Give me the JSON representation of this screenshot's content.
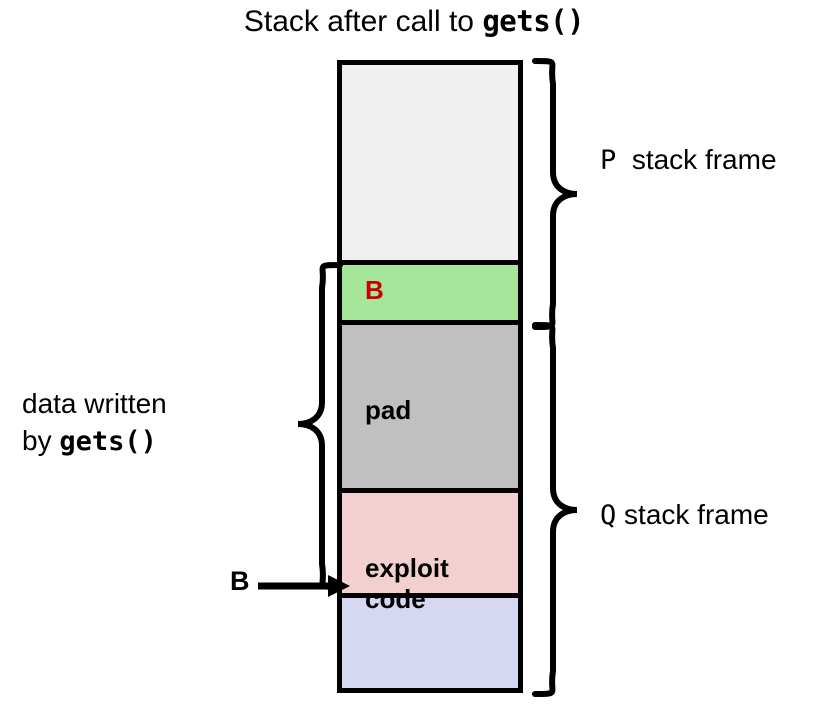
{
  "title": {
    "prefix": "Stack after call to ",
    "code": "gets()"
  },
  "colors": {
    "p_frame_fill": "#f0f0f0",
    "return_addr_fill": "#a5e69a",
    "pad_fill": "#c0c0c0",
    "exploit_fill": "#f2d0d0",
    "buffer_fill": "#d6d7f0",
    "border": "#000000",
    "return_addr_text": "#cc0000",
    "background": "#ffffff"
  },
  "stack": {
    "cells": [
      {
        "name": "p-frame-top",
        "label": "",
        "fill": "#f0f0f0"
      },
      {
        "name": "return-address",
        "label": "B",
        "fill": "#a5e69a"
      },
      {
        "name": "pad",
        "label": "pad",
        "fill": "#c0c0c0"
      },
      {
        "name": "exploit-code",
        "label": "exploit\ncode",
        "fill": "#f2d0d0"
      },
      {
        "name": "buffer",
        "label": "",
        "fill": "#d6d7f0"
      }
    ]
  },
  "annotations": {
    "p_frame": {
      "symbol": "P",
      "text": "  stack frame"
    },
    "q_frame": {
      "symbol": "Q",
      "text": " stack frame"
    },
    "data_written": {
      "line1": "data written",
      "line2_prefix": "by ",
      "line2_code": "gets()"
    },
    "buffer_pointer": "B"
  }
}
